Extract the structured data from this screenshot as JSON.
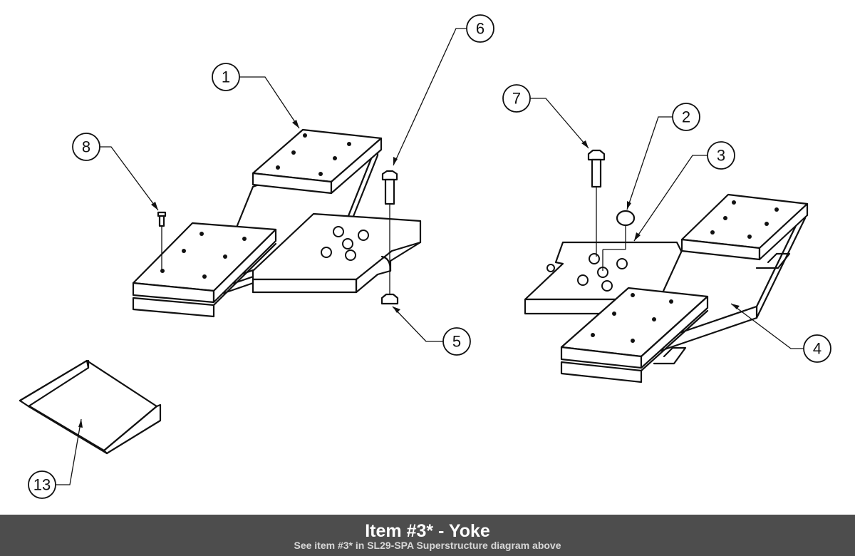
{
  "diagram": {
    "callouts": [
      "1",
      "2",
      "3",
      "4",
      "5",
      "6",
      "7",
      "8",
      "13"
    ]
  },
  "footer": {
    "title": "Item #3* - Yoke",
    "subtitle": "See item #3* in SL29-SPA Superstructure diagram above"
  }
}
